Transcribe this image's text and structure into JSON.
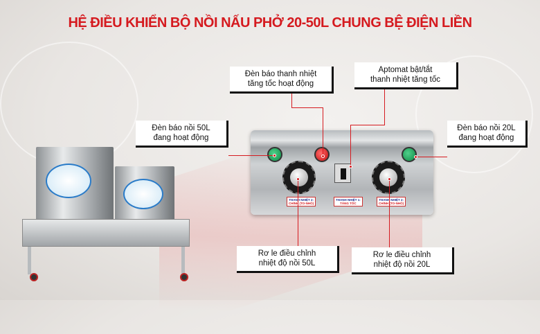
{
  "title": "HỆ ĐIỀU KHIỂN BỘ NỒI NẤU PHỞ 20-50L CHUNG BỆ ĐIỆN LIỀN",
  "callouts": {
    "heater_lamp": [
      "Đèn báo thanh nhiệt",
      "tăng tốc hoạt động"
    ],
    "breaker": [
      "Aptomat bật/tắt",
      "thanh nhiệt tăng tốc"
    ],
    "lamp_50l": [
      "Đèn báo nồi 50L",
      "đang hoạt động"
    ],
    "lamp_20l": [
      "Đèn báo nồi 20L",
      "đang hoạt động"
    ],
    "relay_50l": [
      "Rơ le điều chỉnh",
      "nhiệt độ nồi 50L"
    ],
    "relay_20l": [
      "Rơ le điều chỉnh",
      "nhiệt độ nồi 20L"
    ]
  },
  "panel_tags": {
    "left": [
      "THANH NHIỆT 2:",
      "CHÍNH (TO-NHỎ)"
    ],
    "center": [
      "THANH NHIỆT 1:",
      "TĂNG TỐC"
    ],
    "right": [
      "THANH NHIỆT 2:",
      "CHÍNH (TO-NHỎ)"
    ]
  },
  "accent": "#d51a1f"
}
